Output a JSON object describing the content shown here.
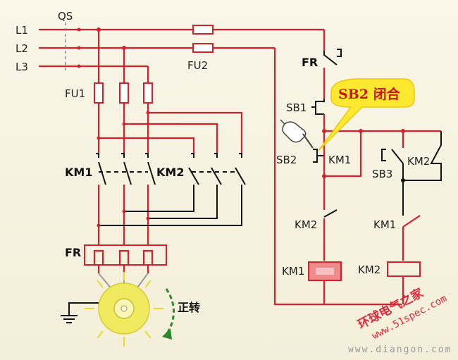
{
  "labels": {
    "qs": "QS",
    "l1": "L1",
    "l2": "L2",
    "l3": "L3",
    "fu1": "FU1",
    "fu2": "FU2",
    "km1_main": "KM1",
    "km2_main": "KM2",
    "fr_main": "FR",
    "fr_ctrl": "FR",
    "sb1": "SB1",
    "sb2": "SB2",
    "km1_hold": "KM1",
    "sb3": "SB3",
    "km2_hold": "KM2",
    "km2_interlock": "KM2",
    "km1_interlock": "KM1",
    "km1_coil": "KM1",
    "km2_coil": "KM2",
    "rotation": "正转"
  },
  "callout": {
    "text": "SB2 闭合"
  },
  "watermarks": {
    "brand": "环球电气之家",
    "url": "www.51spec.com",
    "site": "www.diangon.com"
  },
  "colors": {
    "wire": "#d8202a",
    "coil_active": "#f08a8a",
    "motor": "#f0ea60",
    "callout": "#ffe830"
  }
}
